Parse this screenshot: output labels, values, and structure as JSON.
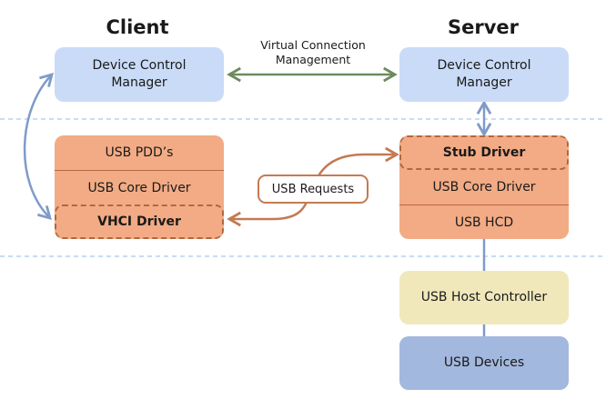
{
  "client": {
    "title": "Client",
    "device_control_manager": "Device Control Manager",
    "stack": [
      "USB PDD’s",
      "USB Core Driver",
      "VHCI Driver"
    ]
  },
  "server": {
    "title": "Server",
    "device_control_manager": "Device Control Manager",
    "stack": [
      "Stub Driver",
      "USB Core Driver",
      "USB HCD"
    ],
    "host_controller": "USB Host Controller",
    "devices": "USB Devices"
  },
  "connections": {
    "virtual_connection_line1": "Virtual Connection",
    "virtual_connection_line2": "Management",
    "usb_requests": "USB Requests"
  },
  "colors": {
    "dcm_fill": "#c9dbf7",
    "stack_fill": "#f2ab84",
    "host_controller_fill": "#f0e8bb",
    "devices_fill": "#a3b8de",
    "green_arrow": "#6d8a5e",
    "blue_arrow": "#7f9bc8",
    "orange_arrow": "#c47a52",
    "divider": "#a9c6ee"
  }
}
